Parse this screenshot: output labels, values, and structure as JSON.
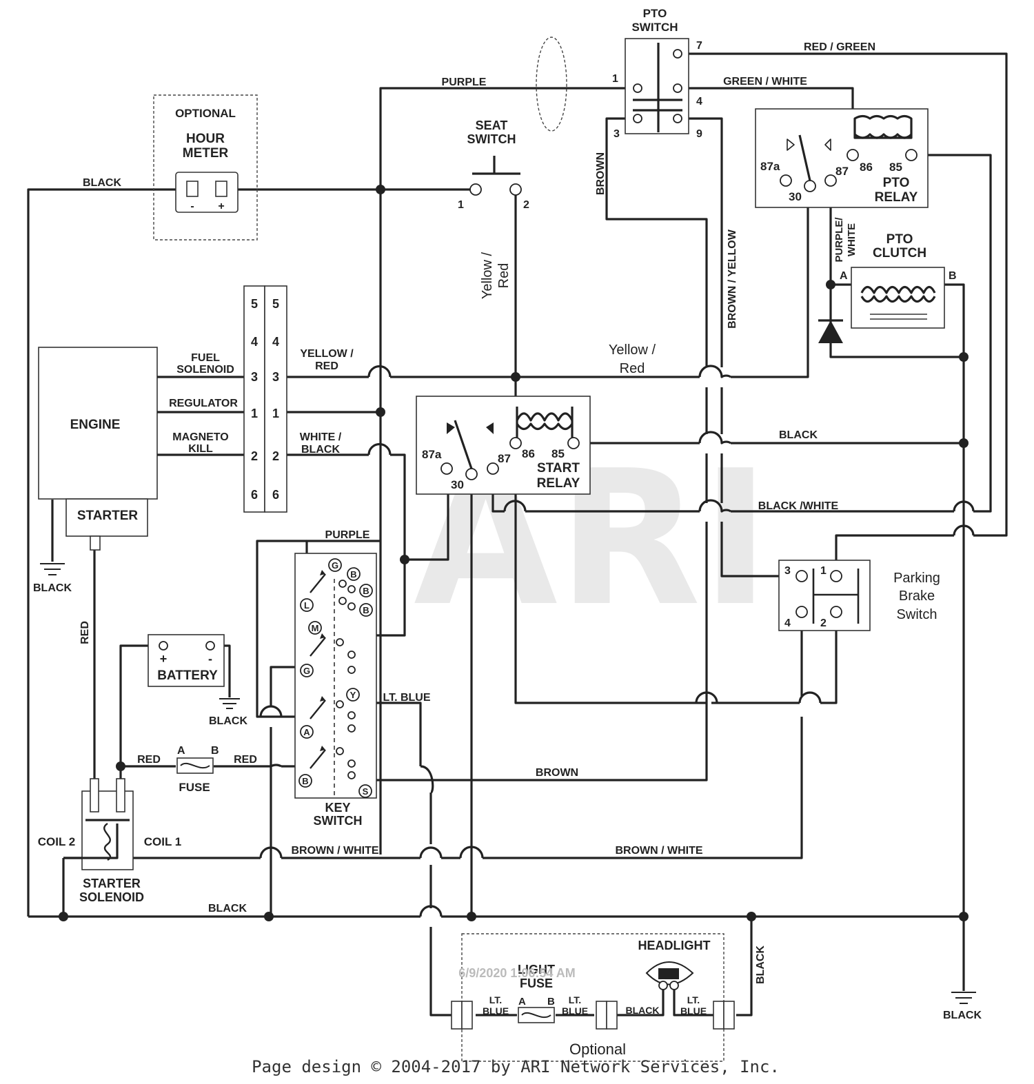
{
  "watermark": "ARI",
  "footer": "Page design © 2004-2017 by ARI Network Services, Inc.",
  "timestamp": "6/9/2020 1:06:54 AM",
  "components": {
    "pto_switch": "PTO\nSWITCH",
    "seat_switch": "SEAT\nSWITCH",
    "hour_meter": {
      "optional": "OPTIONAL",
      "title": "HOUR\nMETER",
      "minus": "-",
      "plus": "+"
    },
    "pto_relay": {
      "title": "PTO\nRELAY",
      "t87a": "87a",
      "t30": "30",
      "t87": "87",
      "t86": "86",
      "t85": "85"
    },
    "pto_clutch": {
      "title": "PTO\nCLUTCH",
      "a": "A",
      "b": "B"
    },
    "engine": "ENGINE",
    "starter": "STARTER",
    "start_relay": {
      "title": "START\nRELAY",
      "t87a": "87a",
      "t30": "30",
      "t87": "87",
      "t86": "86",
      "t85": "85"
    },
    "connector_pins": [
      "5",
      "4",
      "3",
      "1",
      "2",
      "6"
    ],
    "engine_pins": {
      "fuel_solenoid": "FUEL\nSOLENOID",
      "regulator": "REGULATOR",
      "magneto_kill": "MAGNETO\nKILL"
    },
    "battery": {
      "title": "BATTERY",
      "plus": "+",
      "minus": "-"
    },
    "fuse": {
      "title": "FUSE",
      "a": "A",
      "b": "B"
    },
    "key_switch": {
      "title": "KEY\nSWITCH",
      "letters": [
        "G",
        "B",
        "B",
        "B",
        "L",
        "M",
        "G",
        "Y",
        "A",
        "B",
        "S"
      ]
    },
    "starter_solenoid": {
      "title": "STARTER\nSOLENOID",
      "coil1": "COIL 1",
      "coil2": "COIL 2"
    },
    "parking_brake": {
      "title": "Parking\nBrake\nSwitch",
      "pins": [
        "3",
        "1",
        "4",
        "2"
      ]
    },
    "headlight": "HEADLIGHT",
    "light_fuse": {
      "title": "LIGHT\nFUSE",
      "a": "A",
      "b": "B"
    },
    "optional_bottom": "Optional",
    "pto_pins": [
      "7",
      "1",
      "4",
      "3",
      "9"
    ],
    "seat_pins": [
      "1",
      "2"
    ]
  },
  "wire_labels": {
    "red_green": "RED / GREEN",
    "purple_top": "PURPLE",
    "green_white": "GREEN / WHITE",
    "black_top": "BLACK",
    "brown_vert": "BROWN",
    "yellow_red_vert": "Yellow /\nRed",
    "brown_yellow": "BROWN / YELLOW",
    "purple_white": "PURPLE/\nWHITE",
    "yellow_red_mid": "Yellow /\nRed",
    "yellow_red_conn": "YELLOW /\nRED",
    "white_black": "WHITE /\nBLACK",
    "black_mid": "BLACK",
    "black_white": "BLACK /WHITE",
    "purple_key": "PURPLE",
    "black_gnd": "BLACK",
    "red_vert": "RED",
    "black_batt": "BLACK",
    "lt_blue": "LT. BLUE",
    "red_a": "RED",
    "red_b": "RED",
    "brown_key": "BROWN",
    "brown_white_left": "BROWN / WHITE",
    "brown_white_right": "BROWN / WHITE",
    "black_bottom": "BLACK",
    "black_vert_right": "BLACK",
    "black_gnd_right": "BLACK",
    "hl_lt_blue1": "LT.\nBLUE",
    "hl_lt_blue2": "LT.\nBLUE",
    "hl_black": "BLACK",
    "hl_lt_blue3": "LT.\nBLUE"
  }
}
